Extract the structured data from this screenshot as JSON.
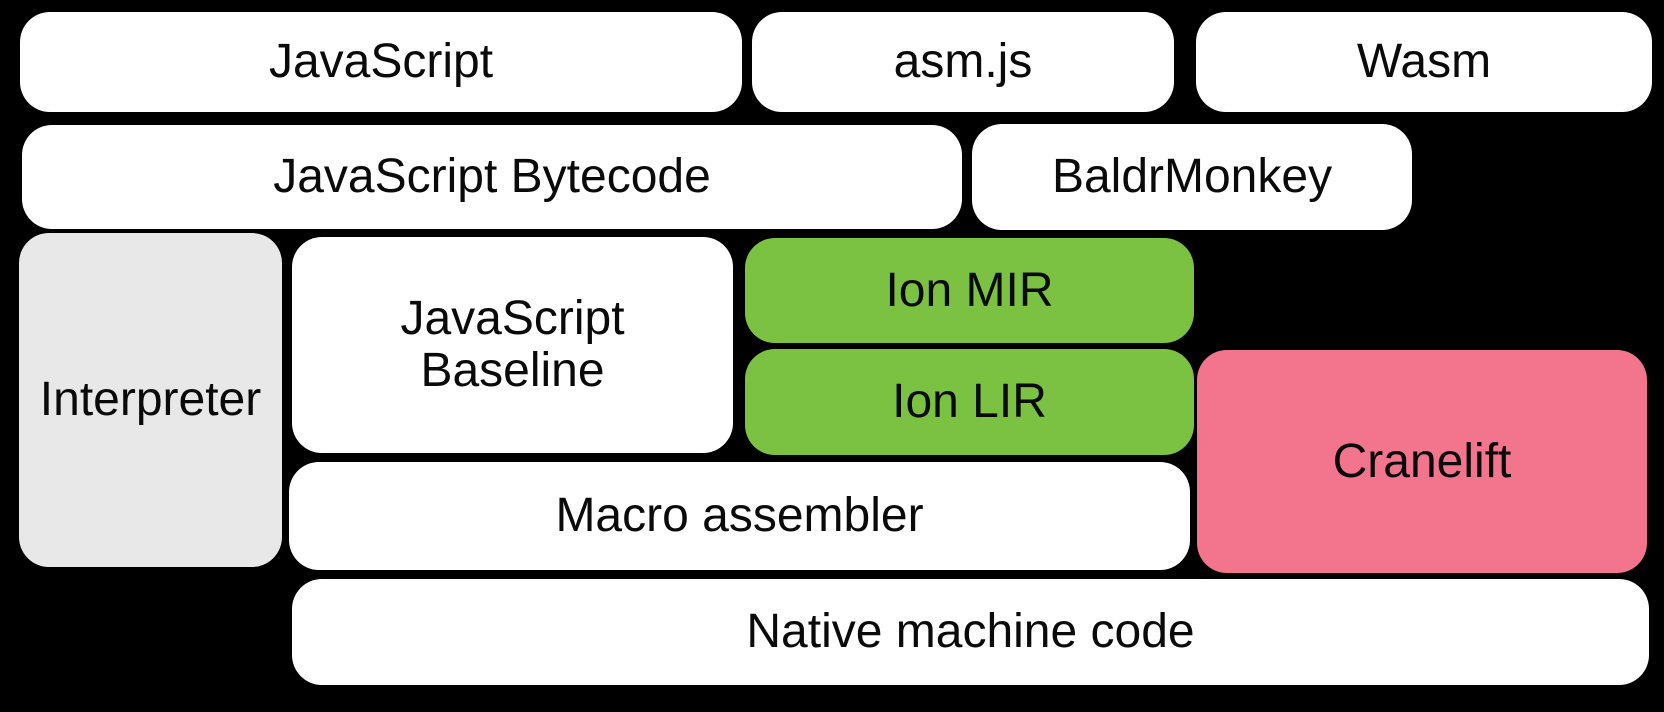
{
  "boxes": [
    {
      "id": "javascript",
      "label": "JavaScript"
    },
    {
      "id": "asmjs",
      "label": "asm.js"
    },
    {
      "id": "wasm",
      "label": "Wasm"
    },
    {
      "id": "javascript-bytecode",
      "label": "JavaScript Bytecode"
    },
    {
      "id": "baldrmonkey",
      "label": "BaldrMonkey"
    },
    {
      "id": "interpreter",
      "label": "Interpreter"
    },
    {
      "id": "javascript-baseline",
      "label": "JavaScript Baseline"
    },
    {
      "id": "ion-mir",
      "label": "Ion MIR"
    },
    {
      "id": "ion-lir",
      "label": "Ion LIR"
    },
    {
      "id": "cranelift",
      "label": "Cranelift"
    },
    {
      "id": "macro-assembler",
      "label": "Macro assembler"
    },
    {
      "id": "native-machine-code",
      "label": "Native machine code"
    }
  ],
  "colors": {
    "background": "#000000",
    "text": "#0a0a0a",
    "box_white": "#ffffff",
    "box_gray": "#e8e8e8",
    "box_green": "#7cc242",
    "box_pink": "#f3758d"
  }
}
